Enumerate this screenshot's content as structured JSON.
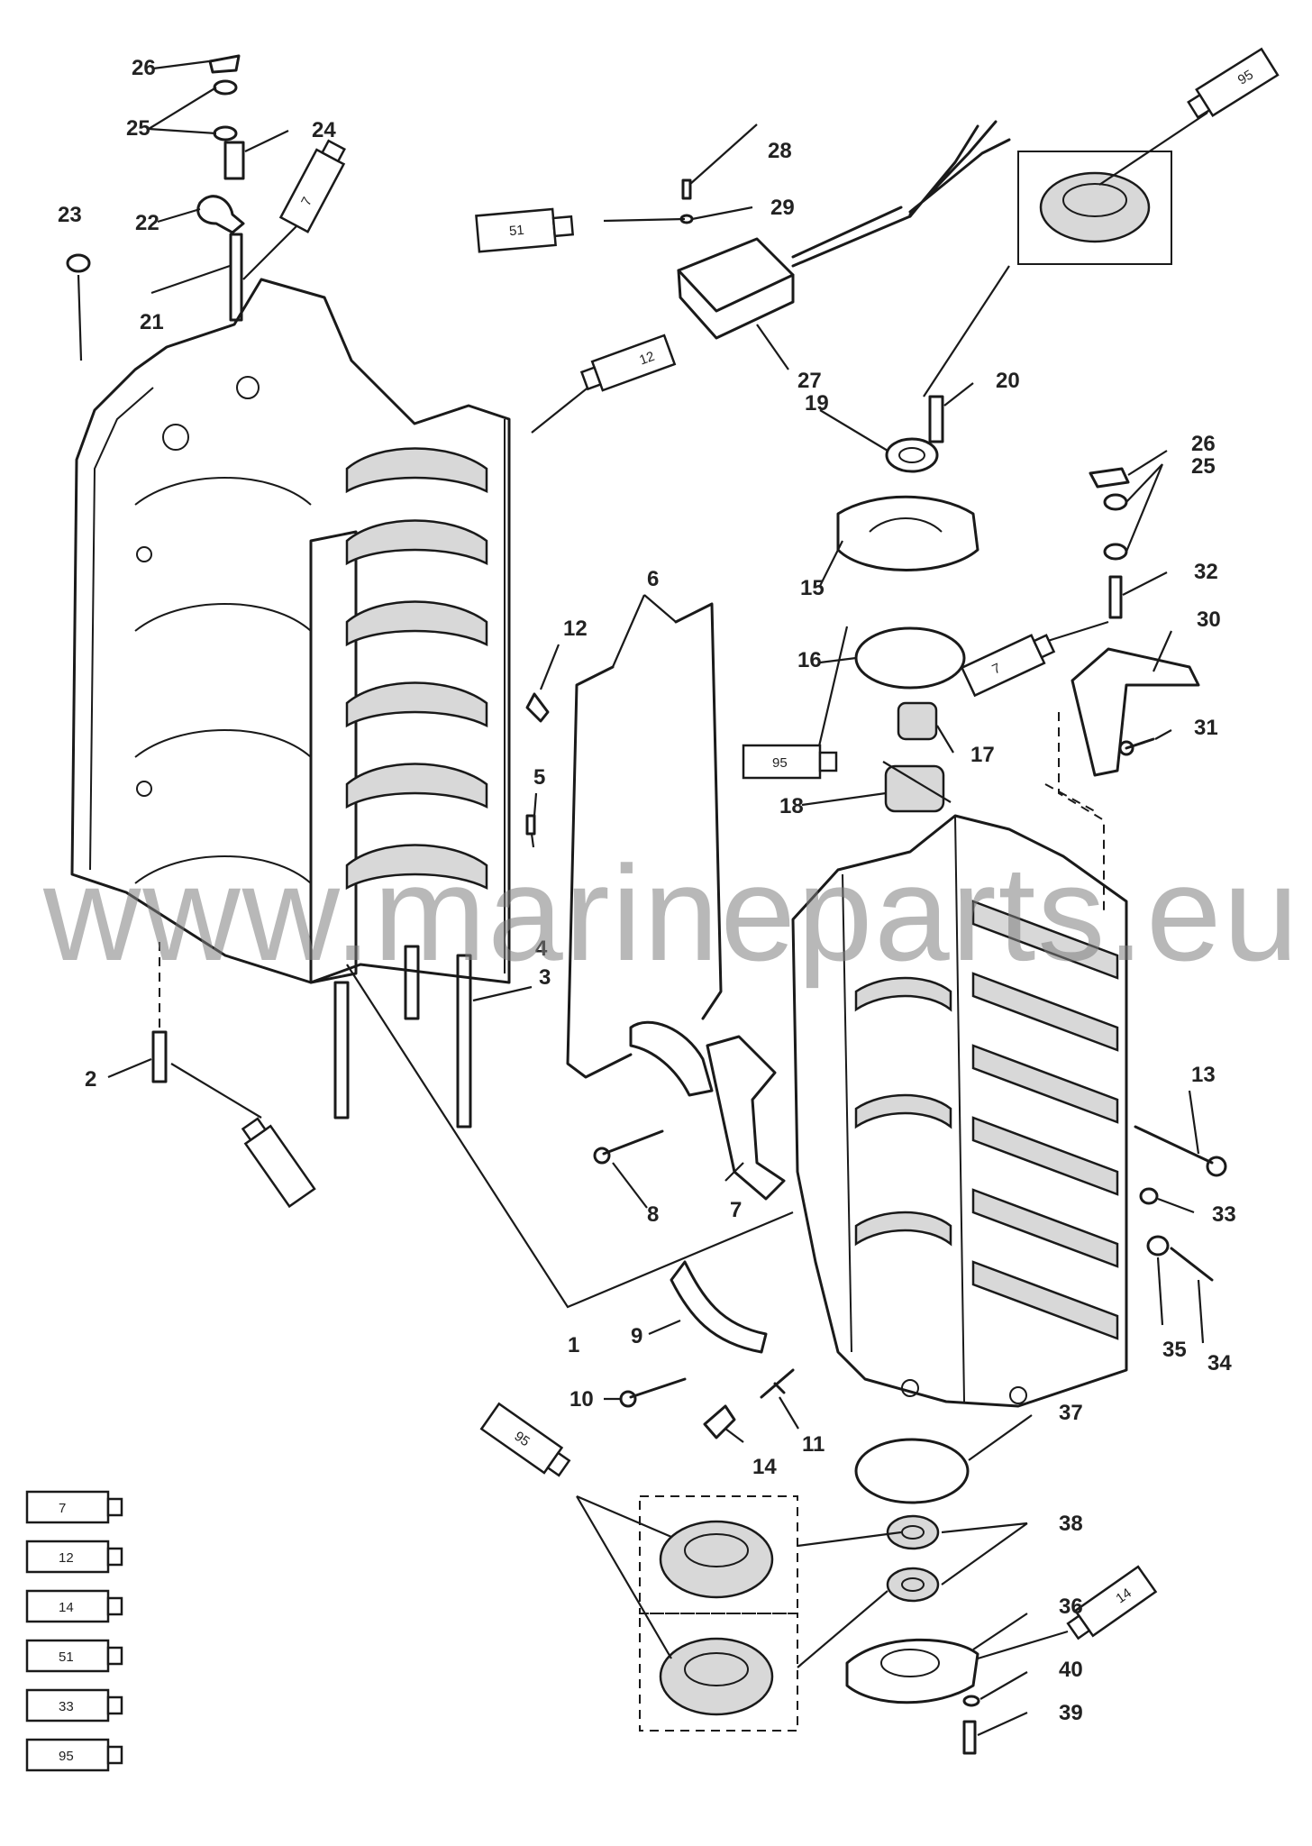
{
  "watermark": "www.marineparts.eu",
  "callouts": [
    "1",
    "2",
    "3",
    "4",
    "5",
    "6",
    "7",
    "8",
    "9",
    "10",
    "11",
    "12",
    "13",
    "14",
    "15",
    "16",
    "17",
    "18",
    "19",
    "20",
    "21",
    "22",
    "23",
    "24",
    "25",
    "26",
    "27",
    "28",
    "29",
    "30",
    "31",
    "32",
    "33",
    "34",
    "35",
    "36",
    "37",
    "38",
    "39",
    "40"
  ],
  "tube_labels": {
    "tube_7_top": "7",
    "tube_12": "12",
    "tube_51_top": "51",
    "tube_95_top": "95",
    "tube_7_right": "7",
    "tube_95_mid": "95",
    "tube_14_right": "14",
    "tube_95_bottom": "95"
  },
  "legend": [
    "7",
    "12",
    "14",
    "51",
    "33",
    "95"
  ]
}
